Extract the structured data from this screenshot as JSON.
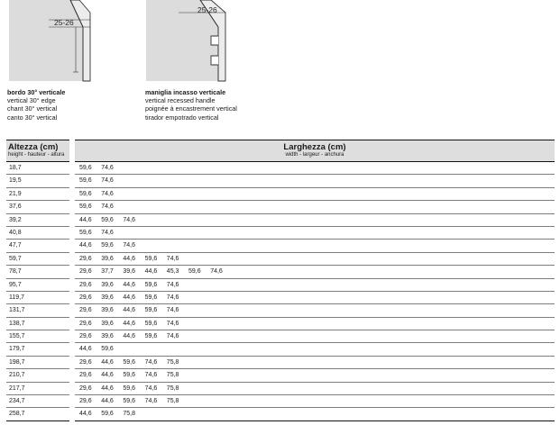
{
  "diagrams": [
    {
      "dimension_label": "25-26",
      "caption_title": "bordo 30° verticale",
      "caption_lines": [
        "vertical 30° edge",
        "chant 30° vertical",
        "canto 30° vertical"
      ]
    },
    {
      "dimension_label": "25-26",
      "caption_title": "maniglia incasso verticale",
      "caption_lines": [
        "vertical recessed handle",
        "poignée à encastrement vertical",
        "tirador empotrado vertical"
      ]
    }
  ],
  "table": {
    "height_header": {
      "title": "Altezza (cm)",
      "subtitle": "height - hauteur - altura"
    },
    "width_header": {
      "title": "Larghezza (cm)",
      "subtitle": "width - largeur - anchura"
    },
    "rows": [
      {
        "height": "18,7",
        "widths": [
          "59,6",
          "74,6"
        ]
      },
      {
        "height": "19,5",
        "widths": [
          "59,6",
          "74,6"
        ]
      },
      {
        "height": "21,9",
        "widths": [
          "59,6",
          "74,6"
        ]
      },
      {
        "height": "37,6",
        "widths": [
          "59,6",
          "74,6"
        ]
      },
      {
        "height": "39,2",
        "widths": [
          "44,6",
          "59,6",
          "74,6"
        ]
      },
      {
        "height": "40,8",
        "widths": [
          "59,6",
          "74,6"
        ]
      },
      {
        "height": "47,7",
        "widths": [
          "44,6",
          "59,6",
          "74,6"
        ]
      },
      {
        "height": "59,7",
        "widths": [
          "29,6",
          "39,6",
          "44,6",
          "59,6",
          "74,6"
        ]
      },
      {
        "height": "78,7",
        "widths": [
          "29,6",
          "37,7",
          "39,6",
          "44,6",
          "45,3",
          "59,6",
          "74,6"
        ]
      },
      {
        "height": "95,7",
        "widths": [
          "29,6",
          "39,6",
          "44,6",
          "59,6",
          "74,6"
        ]
      },
      {
        "height": "119,7",
        "widths": [
          "29,6",
          "39,6",
          "44,6",
          "59,6",
          "74,6"
        ]
      },
      {
        "height": "131,7",
        "widths": [
          "29,6",
          "39,6",
          "44,6",
          "59,6",
          "74,6"
        ]
      },
      {
        "height": "138,7",
        "widths": [
          "29,6",
          "39,6",
          "44,6",
          "59,6",
          "74,6"
        ]
      },
      {
        "height": "155,7",
        "widths": [
          "29,6",
          "39,6",
          "44,6",
          "59,6",
          "74,6"
        ]
      },
      {
        "height": "179,7",
        "widths": [
          "44,6",
          "59,6"
        ]
      },
      {
        "height": "198,7",
        "widths": [
          "29,6",
          "44,6",
          "59,6",
          "74,6",
          "75,8"
        ]
      },
      {
        "height": "210,7",
        "widths": [
          "29,6",
          "44,6",
          "59,6",
          "74,6",
          "75,8"
        ]
      },
      {
        "height": "217,7",
        "widths": [
          "29,6",
          "44,6",
          "59,6",
          "74,6",
          "75,8"
        ]
      },
      {
        "height": "234,7",
        "widths": [
          "29,6",
          "44,6",
          "59,6",
          "74,6",
          "75,8"
        ]
      },
      {
        "height": "258,7",
        "widths": [
          "44,6",
          "59,6",
          "75,8"
        ]
      }
    ]
  }
}
